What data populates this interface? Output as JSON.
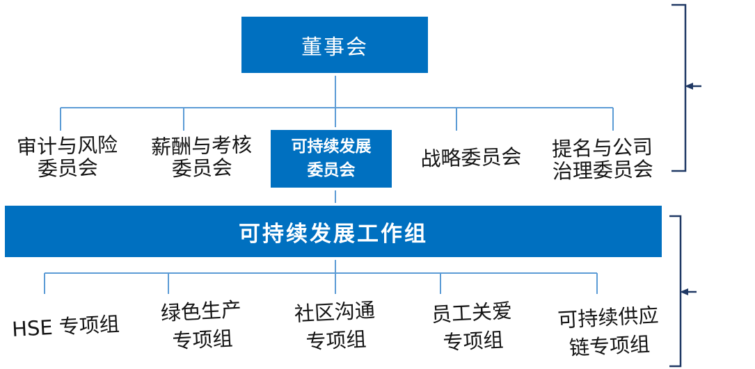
{
  "org_chart": {
    "root": {
      "label": "董事会"
    },
    "committees": [
      {
        "label": "审计与风险\n委员会",
        "highlighted": false
      },
      {
        "label": "薪酬与考核\n委员会",
        "highlighted": false
      },
      {
        "label": "可持续发展\n委员会",
        "highlighted": true
      },
      {
        "label": "战略委员会",
        "highlighted": false
      },
      {
        "label": "提名与公司\n治理委员会",
        "highlighted": false
      }
    ],
    "working_group": {
      "label": "可持续发展工作组"
    },
    "task_forces": [
      {
        "label": "HSE 专项组"
      },
      {
        "label": "绿色生产\n专项组"
      },
      {
        "label": "社区沟通\n专项组"
      },
      {
        "label": "员工关爱\n专项组"
      },
      {
        "label": "可持续供应\n链专项组"
      }
    ],
    "colors": {
      "box_fill": "#0070C0",
      "box_border": "#FFFFFF",
      "box_text": "#FFFFFF",
      "connector": "#5B9BD5",
      "bracket": "#1F3864",
      "label_text": "#141414",
      "background": "#FFFFFF"
    }
  }
}
